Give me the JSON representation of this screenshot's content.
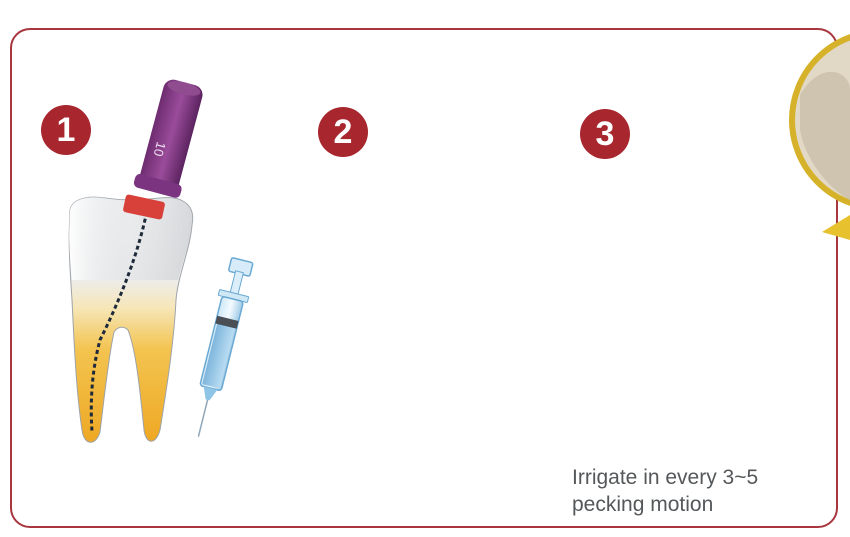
{
  "steps": [
    {
      "number": "1",
      "file_size_label": "10"
    },
    {
      "number": "2"
    },
    {
      "number": "3"
    }
  ],
  "caption": {
    "line1": "Irrigate in every 3~5",
    "line2": "pecking motion"
  },
  "colors": {
    "border": "#a8363f",
    "badge": "#a8262d",
    "purple_handle": "#8a3e8a",
    "gold_handle": "#d6a53e",
    "stopper": "#d8403a",
    "root_yellow": "#f0b72e",
    "syringe_blue": "#8cc6e8"
  }
}
